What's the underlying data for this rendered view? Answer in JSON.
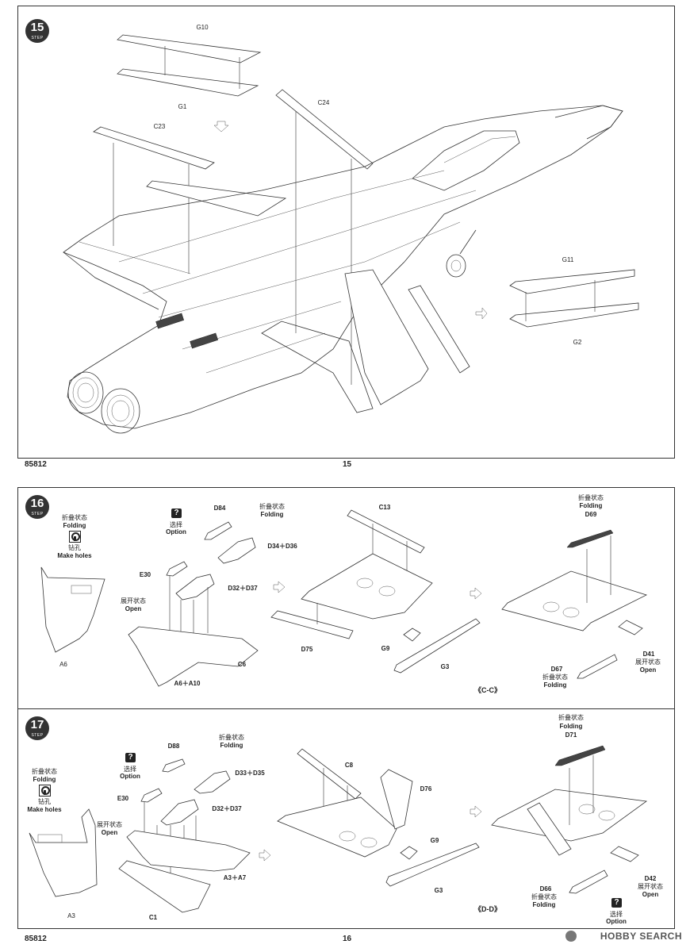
{
  "kit_number": "85812",
  "watermark": "HOBBY SEARCH",
  "step15": {
    "number": "15",
    "step_word": "STEP",
    "page_number": "15",
    "parts": {
      "g10": "G10",
      "g1": "G1",
      "c23": "C23",
      "c24": "C24",
      "g11": "G11",
      "g2": "G2"
    }
  },
  "step16": {
    "number": "16",
    "step_word": "STEP",
    "folding_cn": "折叠状态",
    "folding_en": "Folding",
    "drill_cn": "钻孔",
    "drill_en": "Make holes",
    "option_cn": "选择",
    "option_en": "Option",
    "open_cn": "展开状态",
    "open_en": "Open",
    "parts": {
      "a6": "A6",
      "d84": "D84",
      "d34_d36": "D34＋D36",
      "e30": "E30",
      "d32_d37": "D32＋D37",
      "c6": "C6",
      "a6_a10": "A6＋A10",
      "c13": "C13",
      "d75": "D75",
      "g9": "G9",
      "g3": "G3",
      "d69": "D69",
      "d41": "D41",
      "d67": "D67"
    },
    "section": "《C-C》"
  },
  "step17": {
    "number": "17",
    "step_word": "STEP",
    "page_number": "16",
    "folding_cn": "折叠状态",
    "folding_en": "Folding",
    "drill_cn": "钻孔",
    "drill_en": "Make holes",
    "option_cn": "选择",
    "option_en": "Option",
    "open_cn": "展开状态",
    "open_en": "Open",
    "parts": {
      "a3": "A3",
      "d88": "D88",
      "d33_d35": "D33＋D35",
      "e30": "E30",
      "d32_d37": "D32＋D37",
      "a3_a7": "A3＋A7",
      "c1": "C1",
      "c8": "C8",
      "d76": "D76",
      "g9": "G9",
      "g3": "G3",
      "d71": "D71",
      "d42": "D42",
      "d66": "D66"
    },
    "section": "《D-D》"
  }
}
